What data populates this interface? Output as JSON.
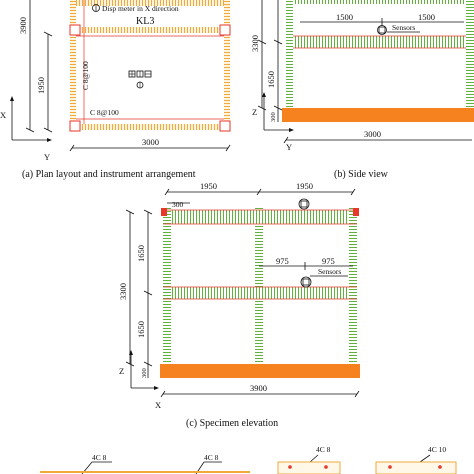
{
  "plan": {
    "legend_disp_meter": "Disp meter in X direction",
    "beam_label": "KL3",
    "dim_3900": "3900",
    "dim_1950": "1950",
    "dim_3000": "3000",
    "rebar_top": "C 8@100",
    "rebar_bottom": "C 8@100",
    "axis_x": "X",
    "axis_y": "Y",
    "caption": "(a) Plan layout and instrument arrangement"
  },
  "side": {
    "dim_1500_left": "1500",
    "dim_1500_right": "1500",
    "sensors": "Sensors",
    "dim_3300": "3300",
    "dim_1650": "1650",
    "dim_300": "300",
    "dim_3000": "3000",
    "axis_z": "Z",
    "axis_y": "Y",
    "caption": "(b) Side view"
  },
  "elevation": {
    "dim_1950_left": "1950",
    "dim_1950_right": "1950",
    "dim_300_top": "300",
    "dim_975_left": "975",
    "dim_975_right": "975",
    "sensors": "Sensors",
    "dim_3300": "3300",
    "dim_1650_top": "1650",
    "dim_1650_bottom": "1650",
    "dim_300_bottom": "300",
    "dim_3900": "3900",
    "axis_z": "Z",
    "axis_x": "X",
    "caption": "(c) Specimen elevation"
  },
  "sections": {
    "s1": "4C 8",
    "s2": "4C 8",
    "s3": "4C 8",
    "s4": "4C 10"
  },
  "colors": {
    "column": "#79c24a",
    "slab_stripe": "#f2a93b",
    "foundation": "#f5821f",
    "rebar": "#e8362b"
  }
}
